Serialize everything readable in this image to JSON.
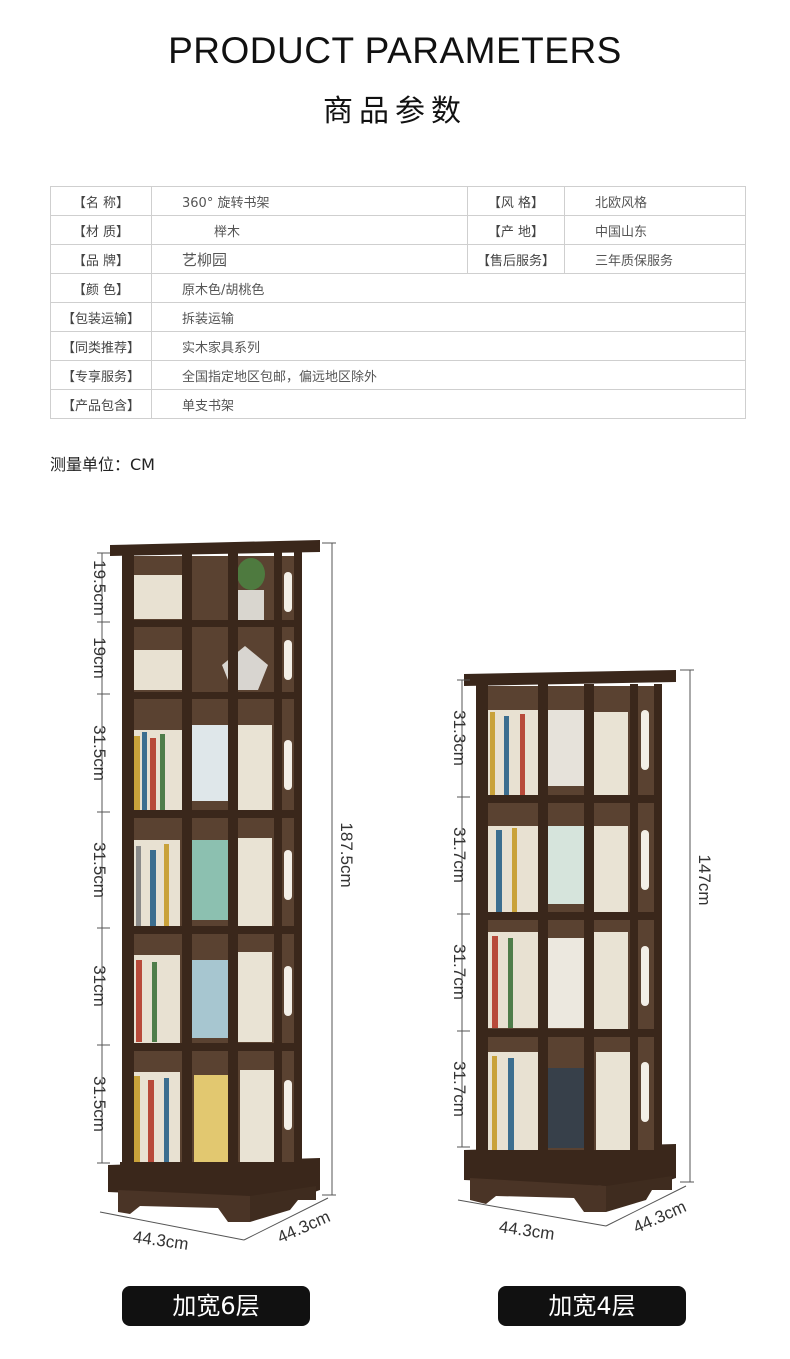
{
  "header": {
    "title_en": "PRODUCT PARAMETERS",
    "title_cn": "商品参数"
  },
  "params": [
    {
      "k1": "【名  称】",
      "v1": "360°  旋转书架",
      "k2": "【风    格】",
      "v2": "北欧风格"
    },
    {
      "k1": "【材    质】",
      "v1": "榉木",
      "k2": "【产    地】",
      "v2": "中国山东"
    },
    {
      "k1": "【品  牌】",
      "v1": "艺柳园",
      "k2": "【售后服务】",
      "v2": "三年质保服务"
    },
    {
      "k1": "【颜    色】",
      "v1": "原木色/胡桃色"
    },
    {
      "k1": "【包装运输】",
      "v1": "拆装运输"
    },
    {
      "k1": "【同类推荐】",
      "v1": "实木家具系列"
    },
    {
      "k1": "【专享服务】",
      "v1": "全国指定地区包邮，偏远地区除外"
    },
    {
      "k1": "【产品包含】",
      "v1": "单支书架"
    }
  ],
  "unit_note": "测量单位：CM",
  "shelf6": {
    "shelf_heights": [
      "19.5cm",
      "19cm",
      "31.5cm",
      "31.5cm",
      "31cm",
      "31.5cm"
    ],
    "total_height": "187.5cm",
    "width": "44.3cm",
    "depth": "44.3cm",
    "label": "加宽6层"
  },
  "shelf4": {
    "shelf_heights": [
      "31.3cm",
      "31.7cm",
      "31.7cm",
      "31.7cm"
    ],
    "total_height": "147cm",
    "width": "44.3cm",
    "depth": "44.3cm",
    "label": "加宽4层"
  },
  "colors": {
    "wood": "#4a3426",
    "wood_dark": "#3a271b",
    "badge": "#111111"
  }
}
